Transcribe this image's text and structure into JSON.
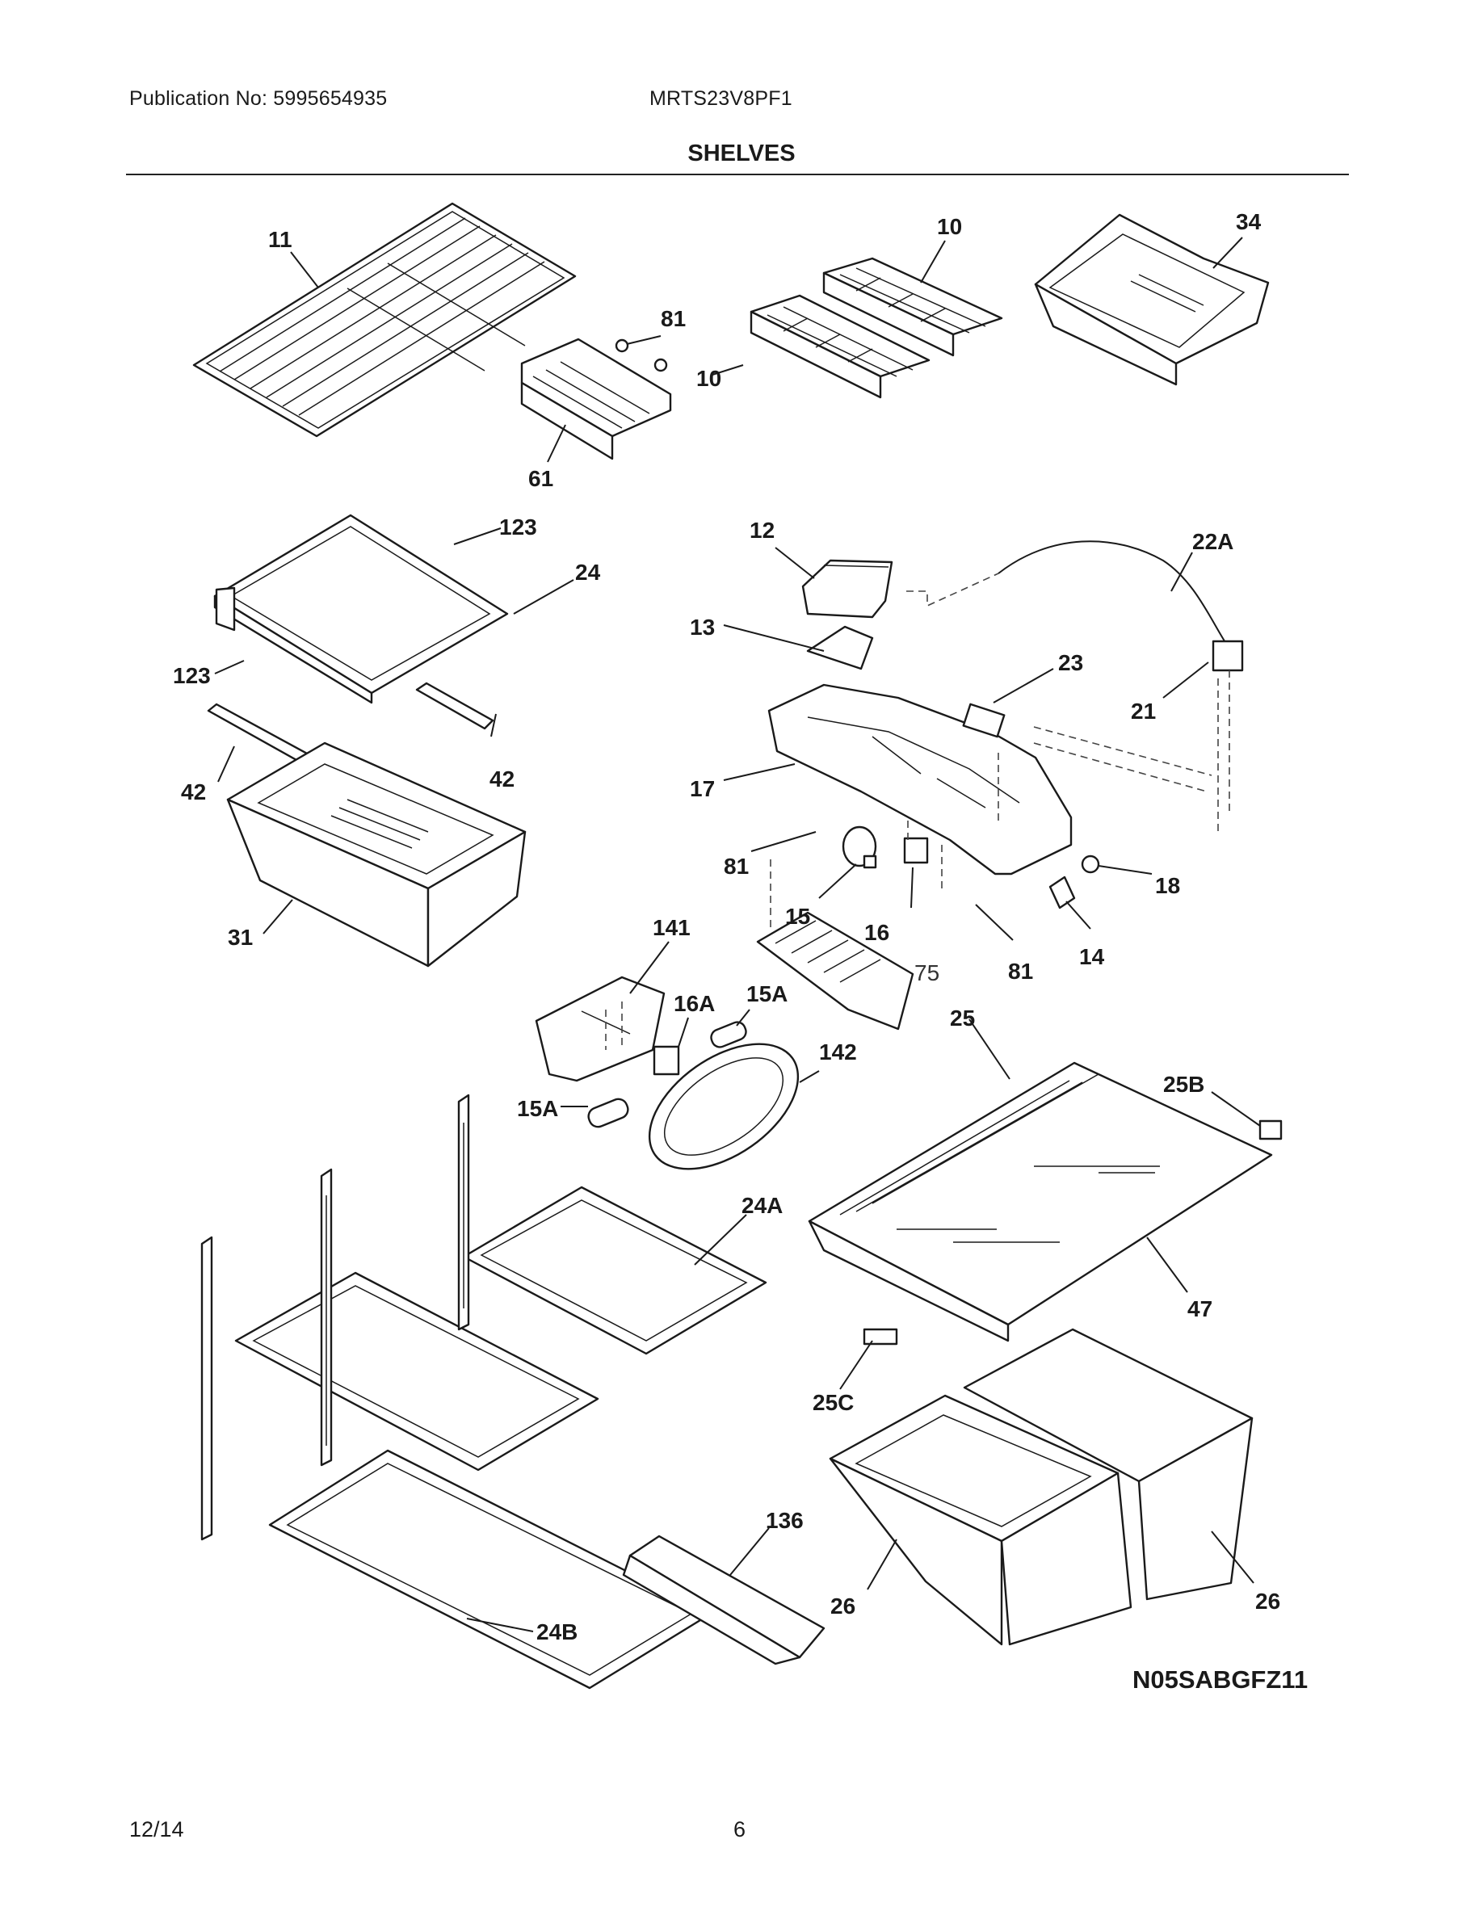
{
  "header": {
    "publication": "Publication No: 5995654935",
    "model": "MRTS23V8PF1",
    "title": "SHELVES"
  },
  "callouts": {
    "c11": "11",
    "c10a": "10",
    "c34": "34",
    "c81a": "81",
    "c10b": "10",
    "c61": "61",
    "c123a": "123",
    "c24": "24",
    "c123b": "123",
    "c42a": "42",
    "c42b": "42",
    "c31": "31",
    "c12": "12",
    "c22A": "22A",
    "c13": "13",
    "c23": "23",
    "c21": "21",
    "c17": "17",
    "c81b": "81",
    "c18": "18",
    "c15": "15",
    "c16": "16",
    "c81c": "81",
    "c14": "14",
    "c75": "75",
    "c141": "141",
    "c16A": "16A",
    "c15Aa": "15A",
    "c142": "142",
    "c15Ab": "15A",
    "c25": "25",
    "c25B": "25B",
    "c24A": "24A",
    "c47": "47",
    "c25C": "25C",
    "c136": "136",
    "c26a": "26",
    "c26b": "26",
    "c24B": "24B"
  },
  "diagram_code": "N05SABGFZ11",
  "footer": {
    "date": "12/14",
    "page": "6"
  }
}
